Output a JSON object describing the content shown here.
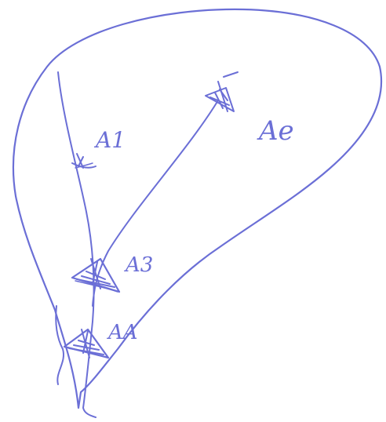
{
  "diagram": {
    "ink_color": "#6b6fd6",
    "labels": {
      "a1": "A1",
      "a2": "Ae",
      "a3": "A3",
      "a4": "AA"
    }
  }
}
